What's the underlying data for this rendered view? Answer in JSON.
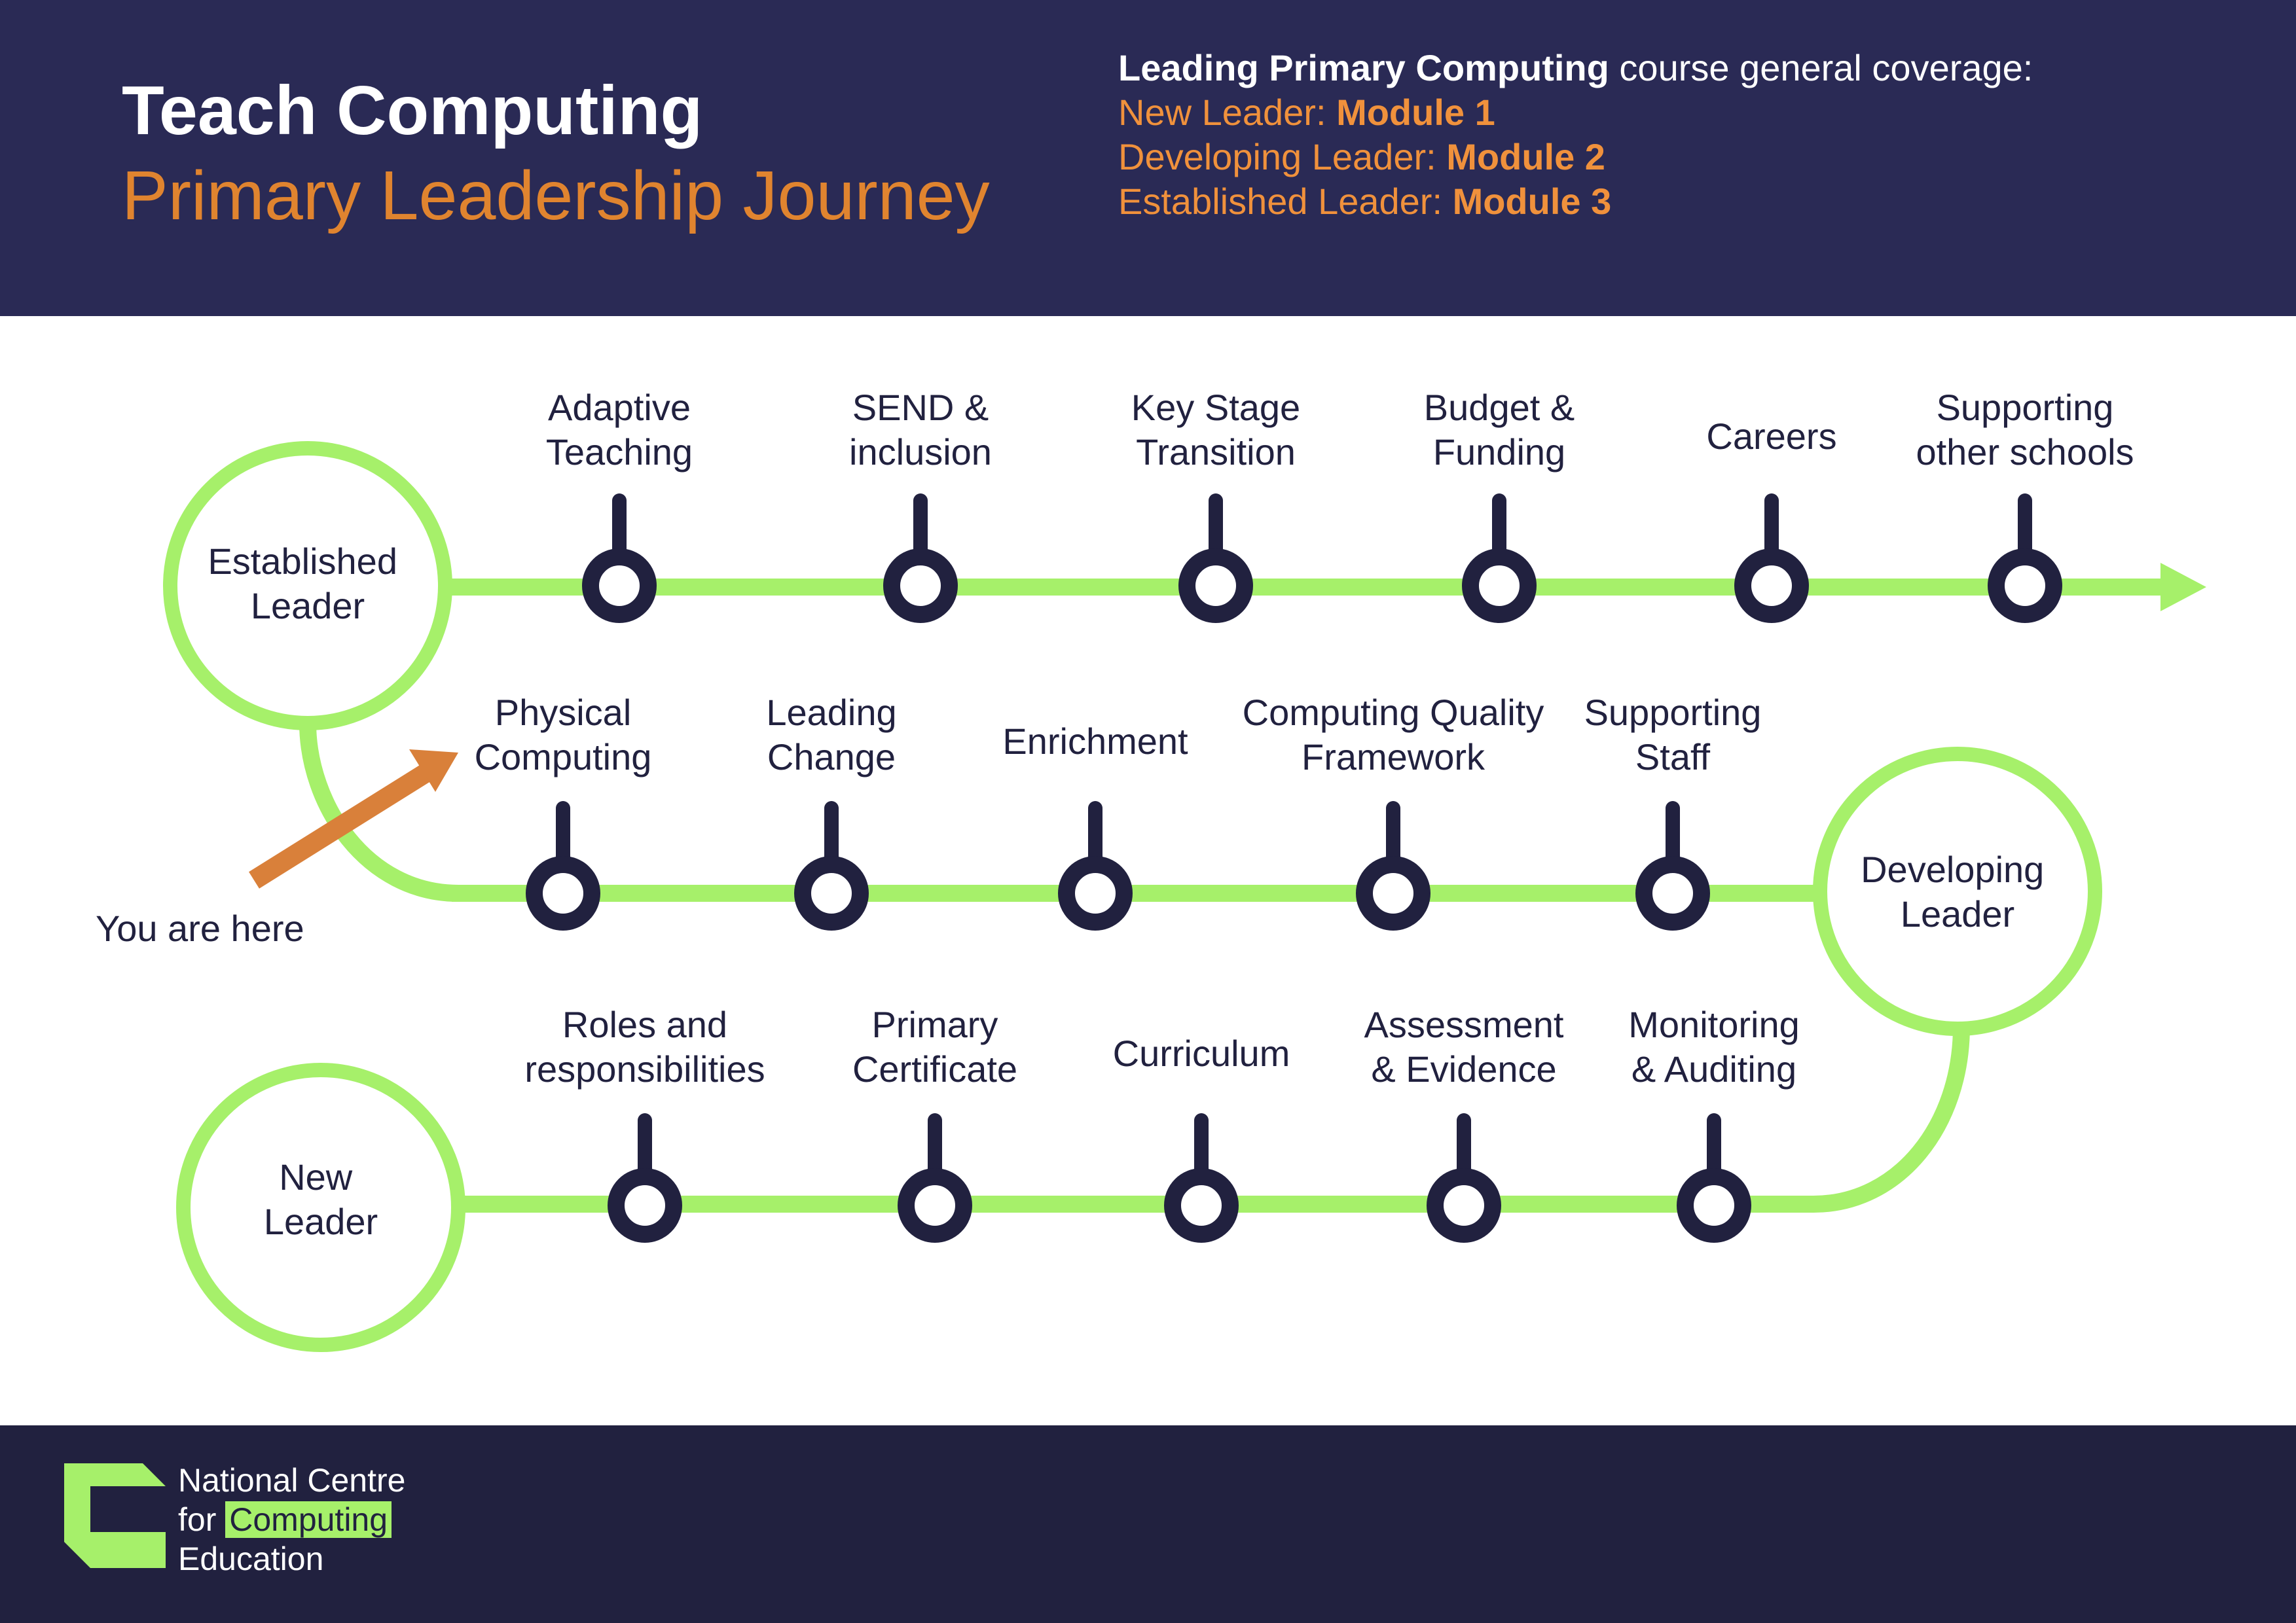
{
  "header": {
    "title_line1": "Teach Computing",
    "title_line2": "Primary Leadership Journey",
    "coverage": {
      "course_name": "Leading Primary Computing",
      "intro_rest": " course general coverage:",
      "rows": [
        {
          "stage": "New Leader: ",
          "module": "Module 1"
        },
        {
          "stage": "Developing Leader: ",
          "module": "Module 2"
        },
        {
          "stage": "Established Leader: ",
          "module": "Module 3"
        }
      ]
    }
  },
  "journey": {
    "circles": [
      {
        "lines": [
          "Established",
          "Leader"
        ]
      },
      {
        "lines": [
          "Developing",
          "Leader"
        ]
      },
      {
        "lines": [
          "New",
          "Leader"
        ]
      }
    ],
    "top_row": [
      {
        "lines": [
          "Adaptive",
          "Teaching"
        ]
      },
      {
        "lines": [
          "SEND &",
          "inclusion"
        ]
      },
      {
        "lines": [
          "Key Stage",
          "Transition"
        ]
      },
      {
        "lines": [
          "Budget &",
          "Funding"
        ]
      },
      {
        "lines": [
          "Careers"
        ]
      },
      {
        "lines": [
          "Supporting",
          "other schools"
        ]
      }
    ],
    "middle_row": [
      {
        "lines": [
          "Physical",
          "Computing"
        ]
      },
      {
        "lines": [
          "Leading",
          "Change"
        ]
      },
      {
        "lines": [
          "Enrichment"
        ]
      },
      {
        "lines": [
          "Computing Quality",
          "Framework"
        ]
      },
      {
        "lines": [
          "Supporting",
          "Staff"
        ]
      }
    ],
    "bottom_row": [
      {
        "lines": [
          "Roles and",
          "responsibilities"
        ]
      },
      {
        "lines": [
          "Primary",
          "Certificate"
        ]
      },
      {
        "lines": [
          "Curriculum"
        ]
      },
      {
        "lines": [
          "Assessment",
          "& Evidence"
        ]
      },
      {
        "lines": [
          "Monitoring",
          "& Auditing"
        ]
      }
    ],
    "marker_label": "You are here"
  },
  "footer": {
    "logo_line1": "National Centre",
    "logo_line2_prefix": "for ",
    "logo_line2_highlight": "Computing",
    "logo_line3": "Education"
  },
  "colors": {
    "navy": "#2a2a55",
    "orange": "#e0842f",
    "green": "#a6f06a",
    "node": "#21213f"
  }
}
